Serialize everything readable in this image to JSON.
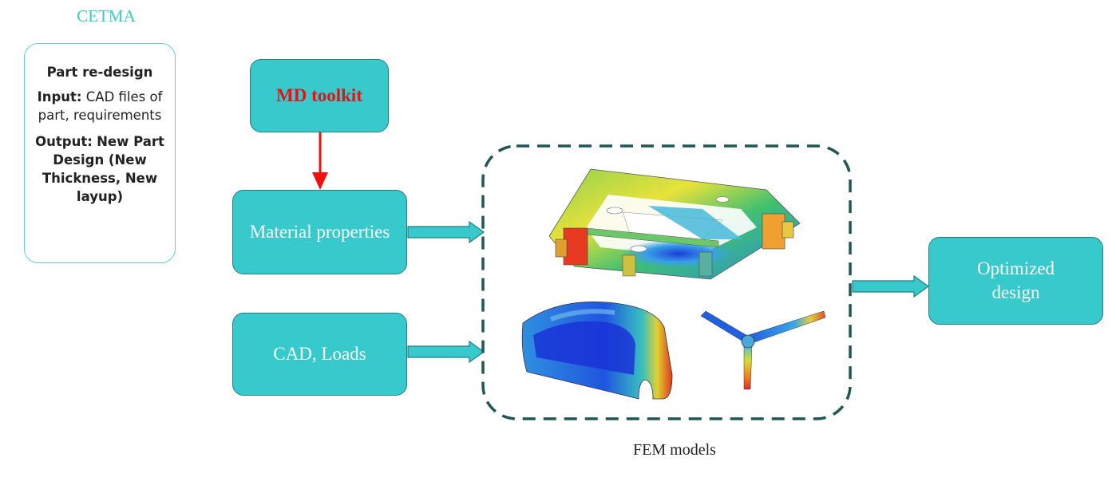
{
  "brand": "CETMA",
  "info_card": {
    "title": "Part re-design",
    "input_label": "Input:",
    "input_text": "CAD files of part, requirements",
    "output_label": "Output:",
    "output_text": "New Part Design (New Thickness, New layup)"
  },
  "nodes": {
    "md_toolkit": "MD toolkit",
    "material_properties": "Material properties",
    "cad_loads": "CAD, Loads",
    "optimized_design": "Optimized design"
  },
  "fem_caption": "FEM models",
  "colors": {
    "node_fill": "#37c9cc",
    "node_border": "#1f7f82",
    "md_text": "#e01414",
    "red_arrow": "#ee1111",
    "dashed_border": "#1f5656",
    "brand": "#3cc6c6"
  }
}
